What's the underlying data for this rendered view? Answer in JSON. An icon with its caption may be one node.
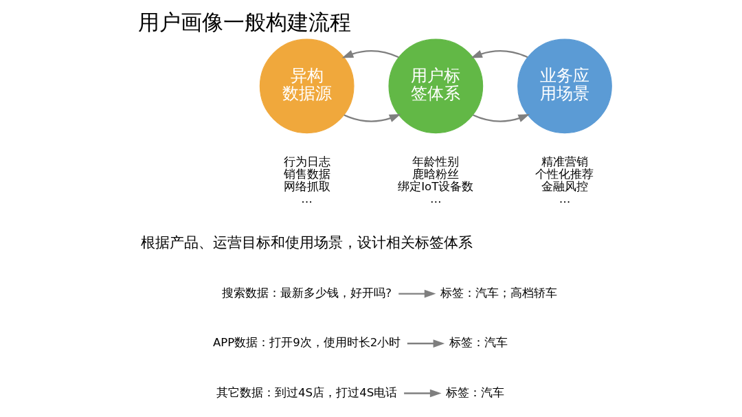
{
  "diagram": {
    "title": "用户画像一般构建流程",
    "nodes": [
      {
        "text": [
          "异构数据源"
        ],
        "beside": [
          "行为日志",
          "销售数据",
          "网络抓取",
          "…"
        ]
      },
      {
        "text": [
          "用户标签体系"
        ],
        "beside": [
          "年龄性别",
          "鹿晗粉丝",
          "绑定IoT设备数",
          "…"
        ]
      },
      {
        "text": [
          "业务应用场景"
        ],
        "beside": [
          "精准营销",
          "个性化推荐",
          "金融风控",
          "…"
        ]
      },
      {
        "text": [
          "搜索数据：最新多少钱，好开吗?"
        ]
      },
      {
        "text": [
          "标签：汽车；高档轿车"
        ]
      },
      {
        "text": [
          "APP数据：打开9次，使用时长2小时"
        ]
      },
      {
        "text": [
          "标签：汽车"
        ]
      },
      {
        "text": [
          "其它数据：到过4S店，打过4S电话"
        ]
      },
      {
        "text": [
          "标签：汽车"
        ]
      }
    ],
    "edges": [
      {
        "from": 0,
        "to": 1,
        "arrow": "to"
      },
      {
        "from": 1,
        "to": 0,
        "arrow": "to"
      },
      {
        "from": 1,
        "to": 2,
        "arrow": "to"
      },
      {
        "from": 2,
        "to": 1,
        "arrow": "to"
      },
      {
        "from": 3,
        "to": 4,
        "arrow": "to"
      },
      {
        "from": 5,
        "to": 6,
        "arrow": "to"
      },
      {
        "from": 7,
        "to": 8,
        "arrow": "to"
      }
    ],
    "labels": [
      "根据产品、运营目标和使用场景，设计相关标签体系"
    ]
  }
}
